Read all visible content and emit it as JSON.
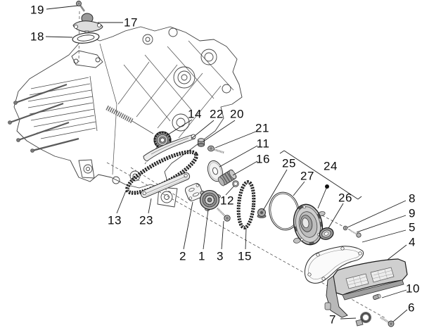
{
  "diagram": {
    "type": "exploded-parts-diagram",
    "colors": {
      "background": "#ffffff",
      "line": "#2b2b2b",
      "label_text": "#0a0a0a",
      "metal_shade": "#a8a8a8",
      "chain": "#161616"
    },
    "callouts": [
      "19",
      "17",
      "18",
      "14",
      "22",
      "20",
      "21",
      "11",
      "16",
      "12",
      "13",
      "23",
      "2",
      "1",
      "3",
      "15",
      "25",
      "27",
      "24",
      "26",
      "8",
      "9",
      "5",
      "4",
      "10",
      "7",
      "6"
    ]
  }
}
